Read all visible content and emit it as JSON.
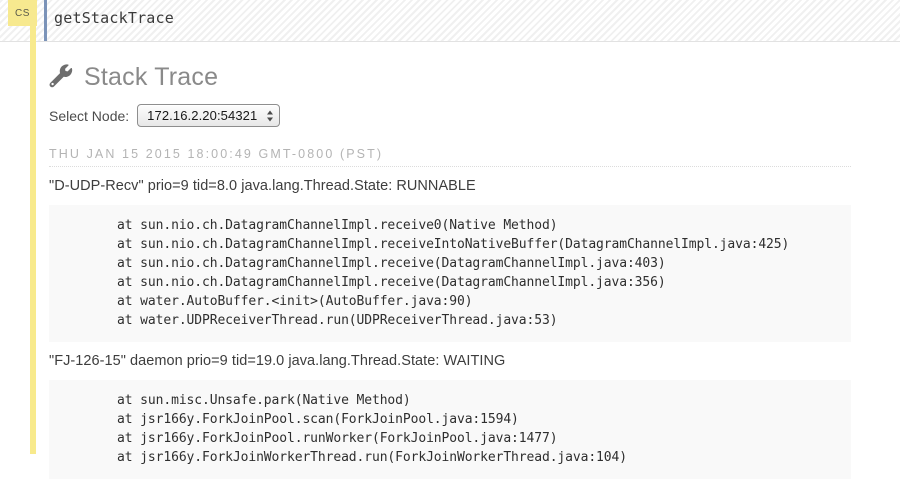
{
  "header": {
    "badge_label": "CS",
    "title": "getStackTrace",
    "accent_color": "#7b93b8",
    "badge_color": "#f7e98f"
  },
  "section": {
    "icon": "wrench-icon",
    "title": "Stack Trace",
    "title_color": "#8a8a8a"
  },
  "node_selector": {
    "label": "Select Node:",
    "selected_value": "172.16.2.20:54321",
    "options": [
      "172.16.2.20:54321"
    ]
  },
  "timestamp": "THU JAN 15 2015 18:00:49 GMT-0800 (PST)",
  "threads": [
    {
      "header": "\"D-UDP-Recv\" prio=9 tid=8.0 java.lang.Thread.State: RUNNABLE",
      "frames": [
        "at sun.nio.ch.DatagramChannelImpl.receive0(Native Method)",
        "at sun.nio.ch.DatagramChannelImpl.receiveIntoNativeBuffer(DatagramChannelImpl.java:425)",
        "at sun.nio.ch.DatagramChannelImpl.receive(DatagramChannelImpl.java:403)",
        "at sun.nio.ch.DatagramChannelImpl.receive(DatagramChannelImpl.java:356)",
        "at water.AutoBuffer.<init>(AutoBuffer.java:90)",
        "at water.UDPReceiverThread.run(UDPReceiverThread.java:53)"
      ]
    },
    {
      "header": "\"FJ-126-15\" daemon prio=9 tid=19.0 java.lang.Thread.State: WAITING",
      "frames": [
        "at sun.misc.Unsafe.park(Native Method)",
        "at jsr166y.ForkJoinPool.scan(ForkJoinPool.java:1594)",
        "at jsr166y.ForkJoinPool.runWorker(ForkJoinPool.java:1477)",
        "at jsr166y.ForkJoinWorkerThread.run(ForkJoinWorkerThread.java:104)"
      ]
    }
  ]
}
